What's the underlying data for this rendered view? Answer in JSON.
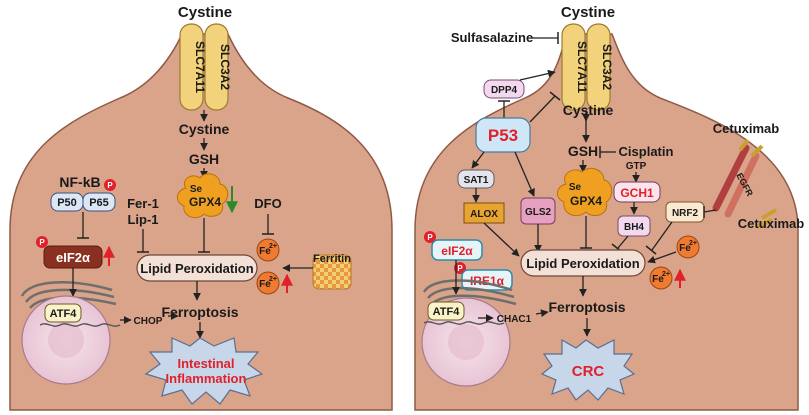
{
  "left": {
    "cystine_top": "Cystine",
    "transporter_a": "SLC7A11",
    "transporter_b": "SLC3A2",
    "cystine_inside": "Cystine",
    "gsh": "GSH",
    "se": "Se",
    "gpx4": "GPX4",
    "fer1": "Fer-1",
    "lip1": "Lip-1",
    "dfo": "DFO",
    "fe1": "Fe",
    "fe2": "Fe",
    "fe_sup": "2+",
    "ferritin": "Ferritin",
    "nfkb": "NF-kB",
    "p50": "P50",
    "p65": "P65",
    "p": "P",
    "eif2a": "eIF2α",
    "atf4": "ATF4",
    "chop": "CHOP",
    "lipid_perox": "Lipid Peroxidation",
    "ferroptosis": "Ferroptosis",
    "outcome_line1": "Intestinal",
    "outcome_line2": "Inflammation"
  },
  "right": {
    "cystine_top": "Cystine",
    "sulfasalazine": "Sulfasalazine",
    "transporter_a": "SLC7A11",
    "transporter_b": "SLC3A2",
    "cystine_inside": "Cystine",
    "dpp4": "DPP4",
    "p53": "P53",
    "gsh": "GSH",
    "cisplatin": "Cisplatin",
    "gtp": "GTP",
    "gch1": "GCH1",
    "sat1": "SAT1",
    "alox": "ALOX",
    "gls2": "GLS2",
    "se": "Se",
    "gpx4": "GPX4",
    "bh4": "BH4",
    "nrf2": "NRF2",
    "egfr": "EGFR",
    "cetux_top": "Cetuximab",
    "cetux_bottom": "Cetuximab",
    "fe": "Fe",
    "fe_sup": "2+",
    "p": "P",
    "eif2a": "eIF2α",
    "ire1a": "IRE1α",
    "atf4": "ATF4",
    "chac1": "CHAC1",
    "lipid_perox": "Lipid Peroxidation",
    "ferroptosis": "Ferroptosis",
    "outcome": "CRC"
  },
  "colors": {
    "cell": "#d9a48a",
    "cell_edge": "#8f5a45",
    "membrane_protein": "#f2d27a",
    "gpx4_blob": "#f0a020",
    "fe": "#f07a30",
    "accent_red": "#e0202a",
    "burst": "#c8d6ea"
  }
}
